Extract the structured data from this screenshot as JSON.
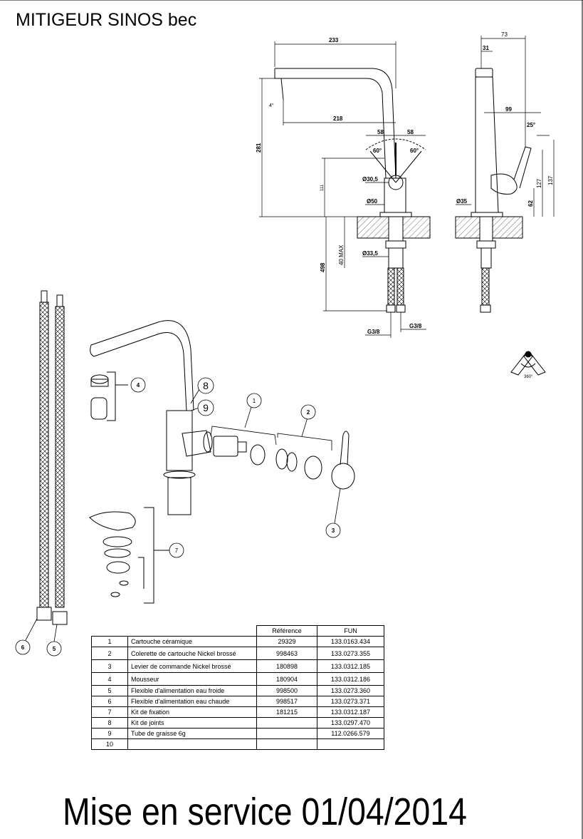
{
  "title": "MITIGEUR SINOS bec",
  "footer": "Mise en service 01/04/2014",
  "dimensions": {
    "width_233": "233",
    "reach_218": "218",
    "height_281": "281",
    "height_111": "111",
    "angle_4": "4°",
    "half_58_left": "58",
    "half_58_right": "58",
    "angle_60_left": "60°",
    "angle_60_right": "60°",
    "dia_30_5": "Ø30,5",
    "dia_50": "Ø50",
    "dia_33_5": "Ø33,5",
    "max_40": "40 MAX",
    "depth_498": "498",
    "thread_left": "G3/8",
    "thread_right": "G3/8",
    "side_73": "73",
    "side_31": "31",
    "side_99": "99",
    "side_25": "25°",
    "side_dia_35": "Ø35",
    "side_62": "62",
    "side_127": "127",
    "side_137": "137"
  },
  "rotation_label": "360°",
  "callouts": [
    "1",
    "2",
    "3",
    "4",
    "5",
    "6",
    "7",
    "8",
    "9"
  ],
  "table": {
    "headers": [
      "",
      "",
      "Référence",
      "FUN"
    ],
    "rows": [
      [
        "1",
        "Cartouche céramique",
        "29329",
        "133.0163.434"
      ],
      [
        "2",
        "Colerette de cartouche Nickel brossé",
        "998463",
        "133.0273.355"
      ],
      [
        "3",
        "Levier de commande Nickel brossé",
        "180898",
        "133.0312.185"
      ],
      [
        "4",
        "Mousseur",
        "180904",
        "133.0312.186"
      ],
      [
        "5",
        "Flexible d'alimentation eau froide",
        "998500",
        "133.0273.360"
      ],
      [
        "6",
        "Flexible d'alimentation eau chaude",
        "998517",
        "133.0273.371"
      ],
      [
        "7",
        "Kit de fixation",
        "181215",
        "133.0312.187"
      ],
      [
        "8",
        "Kit de joints",
        "",
        "133.0297.470"
      ],
      [
        "9",
        "Tube de graisse 6g",
        "",
        "112.0266.579"
      ],
      [
        "10",
        "",
        "",
        ""
      ]
    ]
  }
}
